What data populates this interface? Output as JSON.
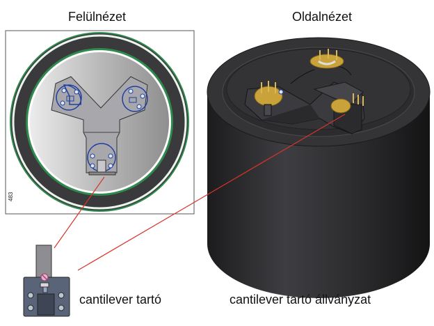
{
  "labels": {
    "top_view": "Felülnézet",
    "side_view": "Oldalnézet",
    "holder": "cantilever tartó",
    "holder_stand": "cantilever tartó állványzat",
    "figure_id": "483"
  },
  "colors": {
    "ring_green": "#2f8a4d",
    "dark_body": "#2e2e30",
    "pointer_red": "#d9332a",
    "gold": "#c9a23a",
    "blue_outline": "#1f3fa0"
  }
}
